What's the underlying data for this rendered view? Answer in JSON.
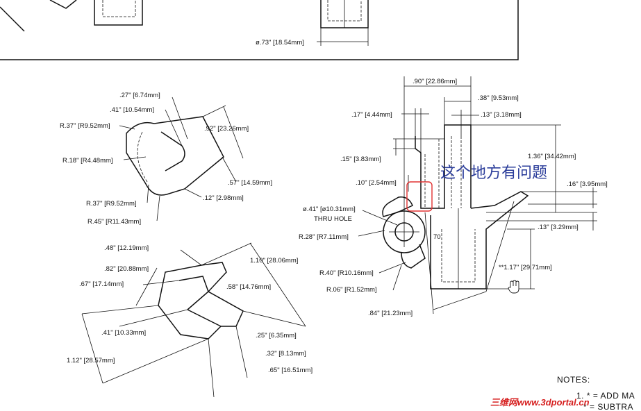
{
  "dims_top": {
    "dia073": "ø.73\" [18.54mm]"
  },
  "view_a": {
    "d027": ".27\" [6.74mm]",
    "d041": ".41\" [10.54mm]",
    "r037a": "R.37\" [R9.52mm]",
    "d092": ".92\" [23.26mm]",
    "r018": "R.18\" [R4.48mm]",
    "d057": ".57\" [14.59mm]",
    "r037b": "R.37\" [R9.52mm]",
    "d012": ".12\" [2.98mm]",
    "r045": "R.45\" [R11.43mm]"
  },
  "view_b": {
    "d048": ".48\" [12.19mm]",
    "d082": ".82\" [20.88mm]",
    "d110": "1.10\" [28.06mm]",
    "d067": ".67\" [17.14mm]",
    "d058": ".58\" [14.76mm]",
    "d041": ".41\" [10.33mm]",
    "d025": ".25\" [6.35mm]",
    "d112": "1.12\" [28.57mm]",
    "d032": ".32\" [8.13mm]",
    "d065": ".65\" [16.51mm]"
  },
  "view_c": {
    "d090": ".90\" [22.86mm]",
    "d038": ".38\" [9.53mm]",
    "d017": ".17\" [4.44mm]",
    "d013a": ".13\" [3.18mm]",
    "d136": "1.36\" [34.42mm]",
    "d015": ".15\" [3.83mm]",
    "d010": ".10\" [2.54mm]",
    "d016": ".16\" [3.95mm]",
    "hole_dim": "ø.41\" [ø10.31mm]",
    "hole_note": "THRU HOLE",
    "r028": "R.28\" [R7.11mm]",
    "d013b": ".13\" [3.29mm]",
    "d70": "70",
    "r040": "R.40\" [R10.16mm]",
    "d117": "**1.17\" [29.71mm]",
    "r006": "R.06\" [R1.52mm]",
    "d084": ".84\" [21.23mm]"
  },
  "annotation": {
    "text": "这个地方有问题",
    "color": "#2a3c9a",
    "marker_color": "#e03030"
  },
  "notes": {
    "title": "NOTES:",
    "line1": "1. * = ADD MA",
    "line2": "* = SUBTRA"
  },
  "watermark": {
    "text": "三维网www.3dportal.cn",
    "color": "#d61f1f"
  }
}
